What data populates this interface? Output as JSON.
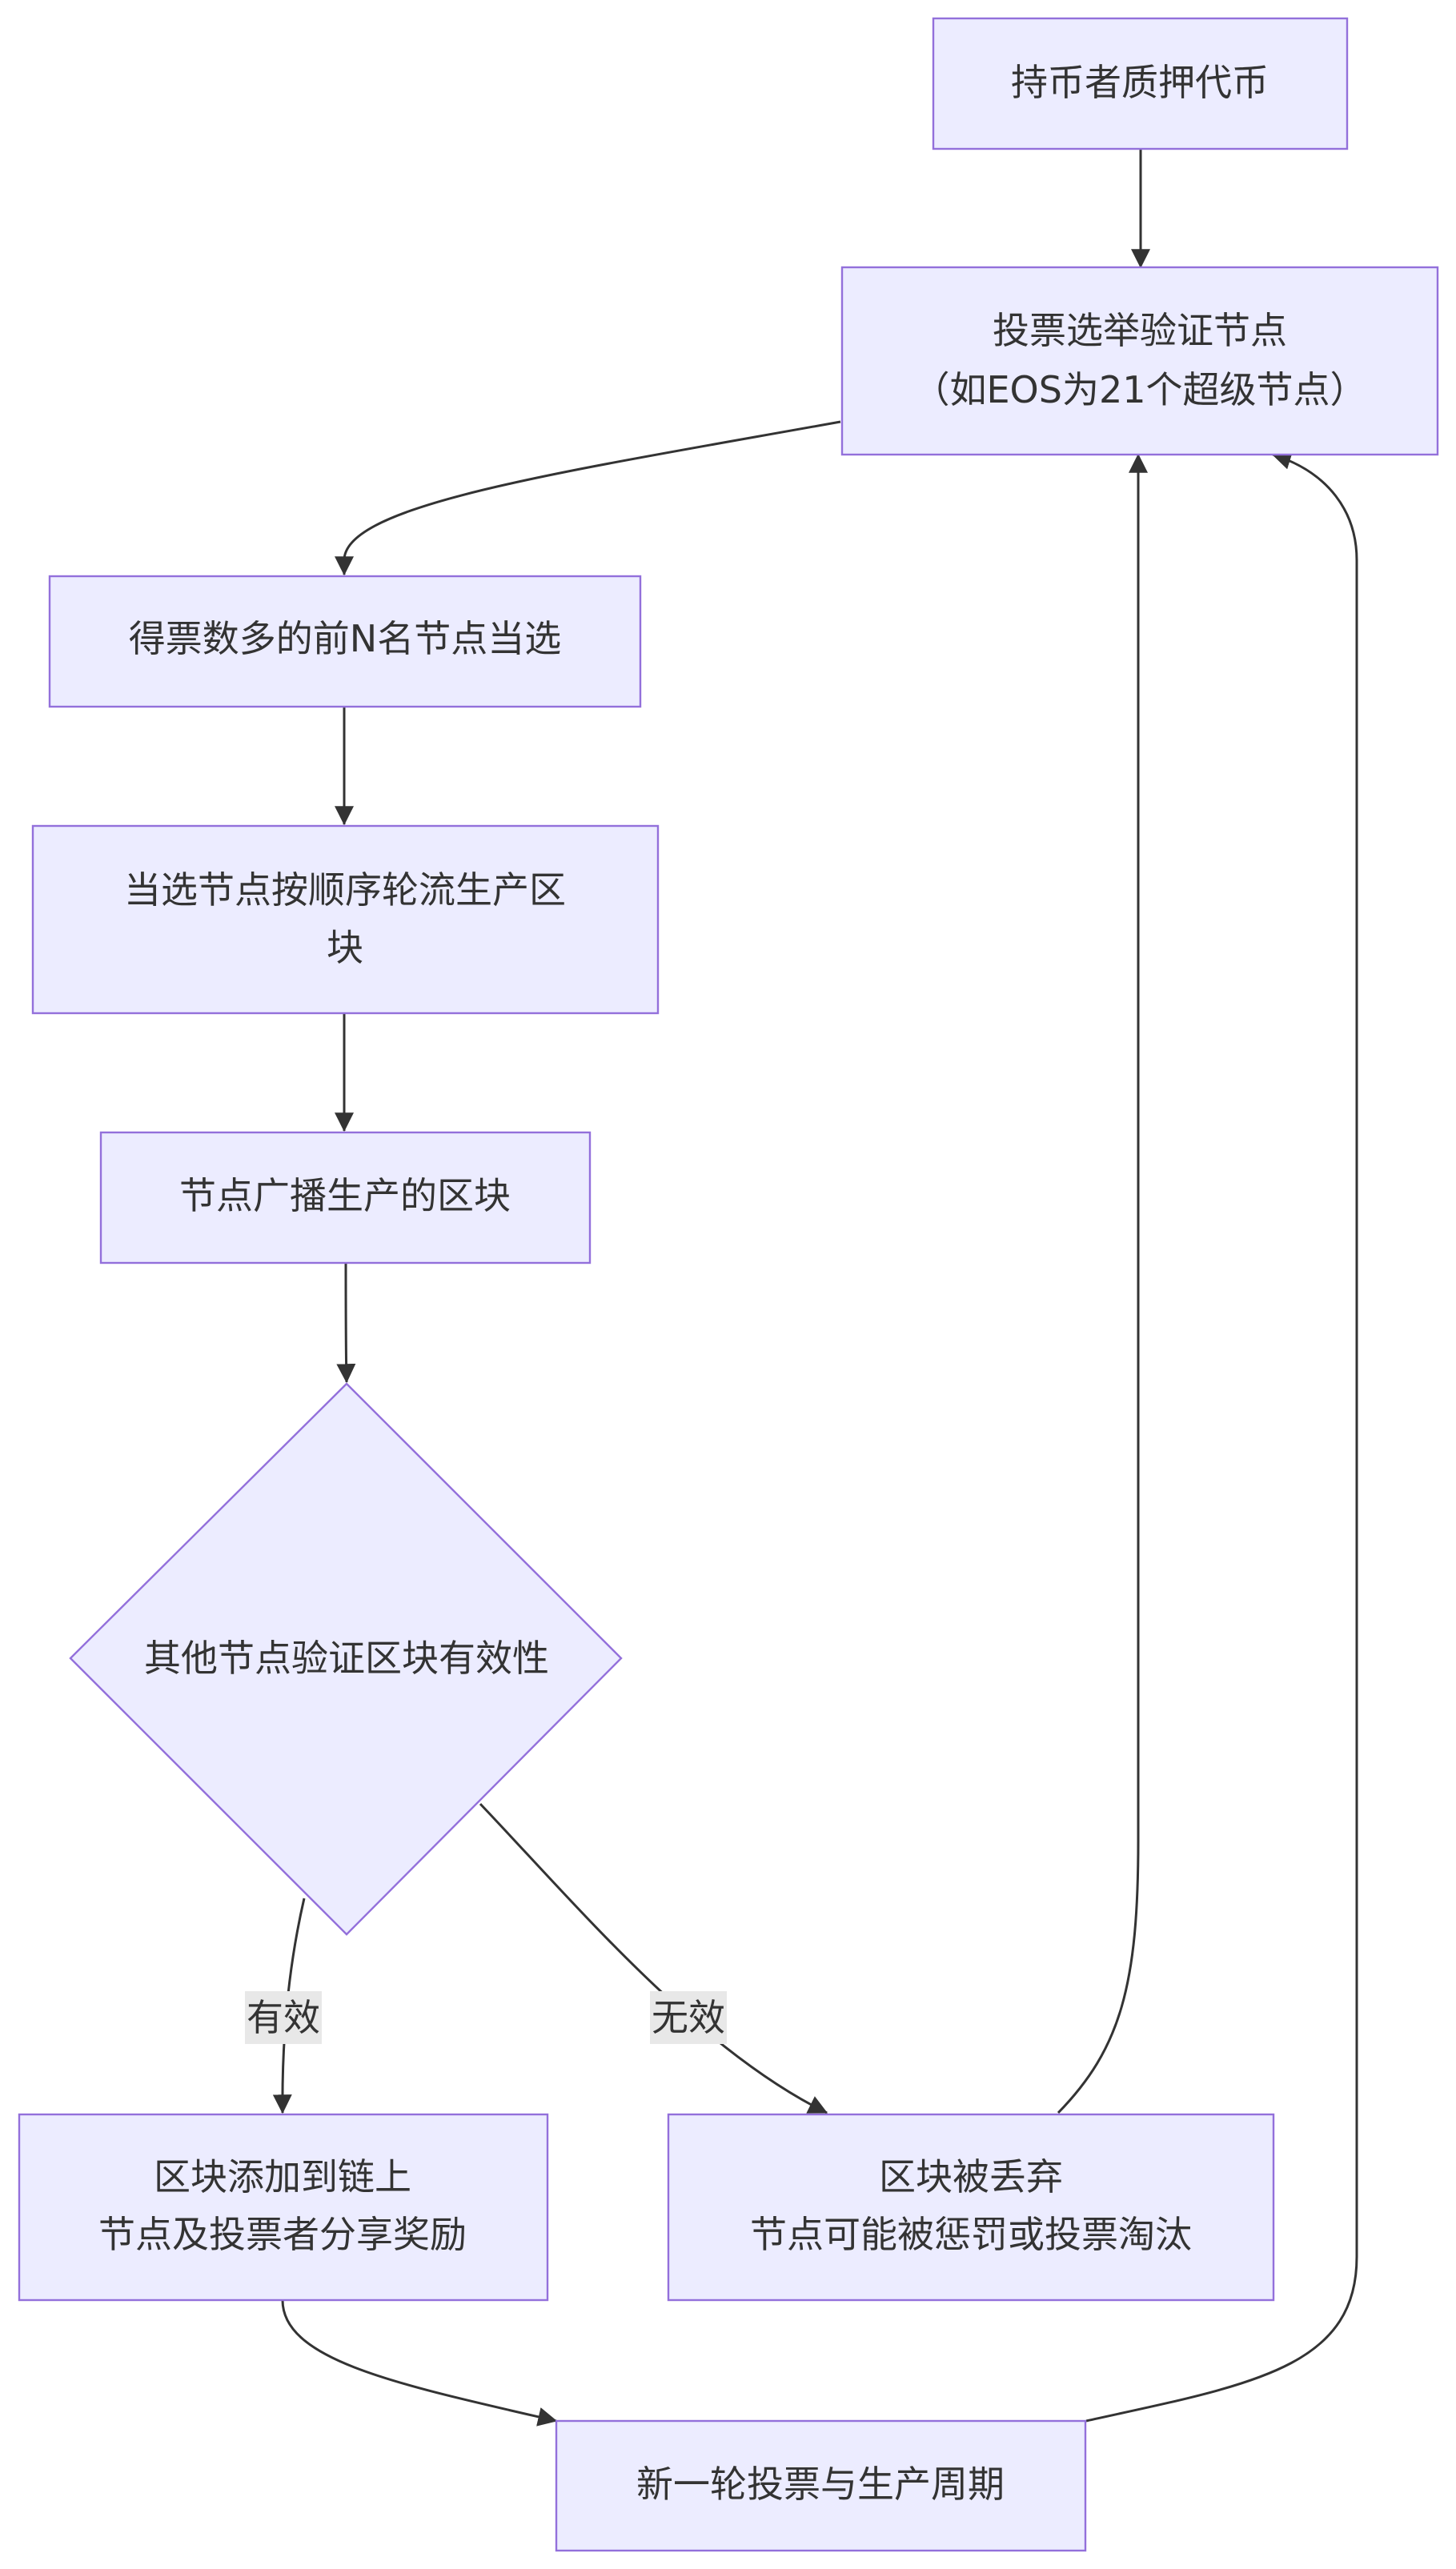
{
  "nodes": {
    "stake": "持币者质押代币",
    "vote_line1": "投票选举验证节点",
    "vote_line2": "（如EOS为21个超级节点）",
    "elected": "得票数多的前N名节点当选",
    "produce_line1": "当选节点按顺序轮流生产区",
    "produce_line2": "块",
    "broadcast": "节点广播生产的区块",
    "validate": "其他节点验证区块有效性",
    "added_line1": "区块添加到链上",
    "added_line2": "节点及投票者分享奖励",
    "discarded_line1": "区块被丢弃",
    "discarded_line2": "节点可能被惩罚或投票淘汰",
    "new_round": "新一轮投票与生产周期"
  },
  "edges": {
    "valid_label": "有效",
    "invalid_label": "无效"
  },
  "colors": {
    "node_fill": "#ECECFF",
    "node_stroke": "#9370DB",
    "edge": "#333333",
    "edge_label_bg": "#e8e8e8",
    "text": "#333333"
  }
}
